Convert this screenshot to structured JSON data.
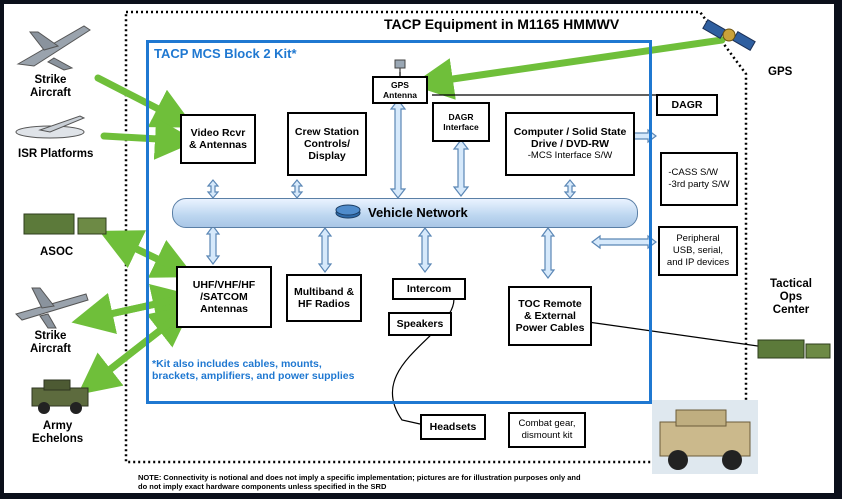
{
  "title": "TACP Equipment in M1165 HMMWV",
  "kit_title": "TACP MCS Block 2 Kit*",
  "network_label": "Vehicle Network",
  "kit_note": "*Kit also includes cables, mounts,\nbrackets, amplifiers, and power supplies",
  "footnote": "NOTE:  Connectivity is notional and does not imply a specific implementation; pictures are for illustration purposes only and\n          do not imply exact hardware components unless specified in the SRD",
  "boxes": {
    "gps_antenna": "GPS\nAntenna",
    "video_rcvr": "Video Rcvr\n& Antennas",
    "crew_station": "Crew Station\nControls/\nDisplay",
    "dagr_interface": "DAGR\nInterface",
    "computer": "Computer / Solid State\nDrive / DVD-RW",
    "computer_sub": "-MCS Interface S/W",
    "dagr": "DAGR",
    "cass": "-CASS S/W\n-3rd party S/W",
    "peripheral": "Peripheral\nUSB, serial,\nand IP devices",
    "uhf": "UHF/VHF/HF\n/SATCOM\nAntennas",
    "multiband": "Multiband &\nHF Radios",
    "intercom": "Intercom",
    "speakers": "Speakers",
    "toc_remote": "TOC Remote\n& External\nPower Cables",
    "headsets": "Headsets",
    "combat_gear": "Combat gear,\ndismount kit"
  },
  "external_labels": {
    "gps": "GPS",
    "strike_aircraft_top": "Strike\nAircraft",
    "isr_platforms": "ISR Platforms",
    "asoc": "ASOC",
    "strike_aircraft_bottom": "Strike\nAircraft",
    "army_echelons": "Army\nEchelons",
    "tactical_ops_center": "Tactical\nOps\nCenter"
  },
  "icons": [
    "satellite-icon",
    "jet-icon",
    "uav-icon",
    "radio-equipment-icon",
    "hmmwv-icon",
    "router-icon"
  ]
}
